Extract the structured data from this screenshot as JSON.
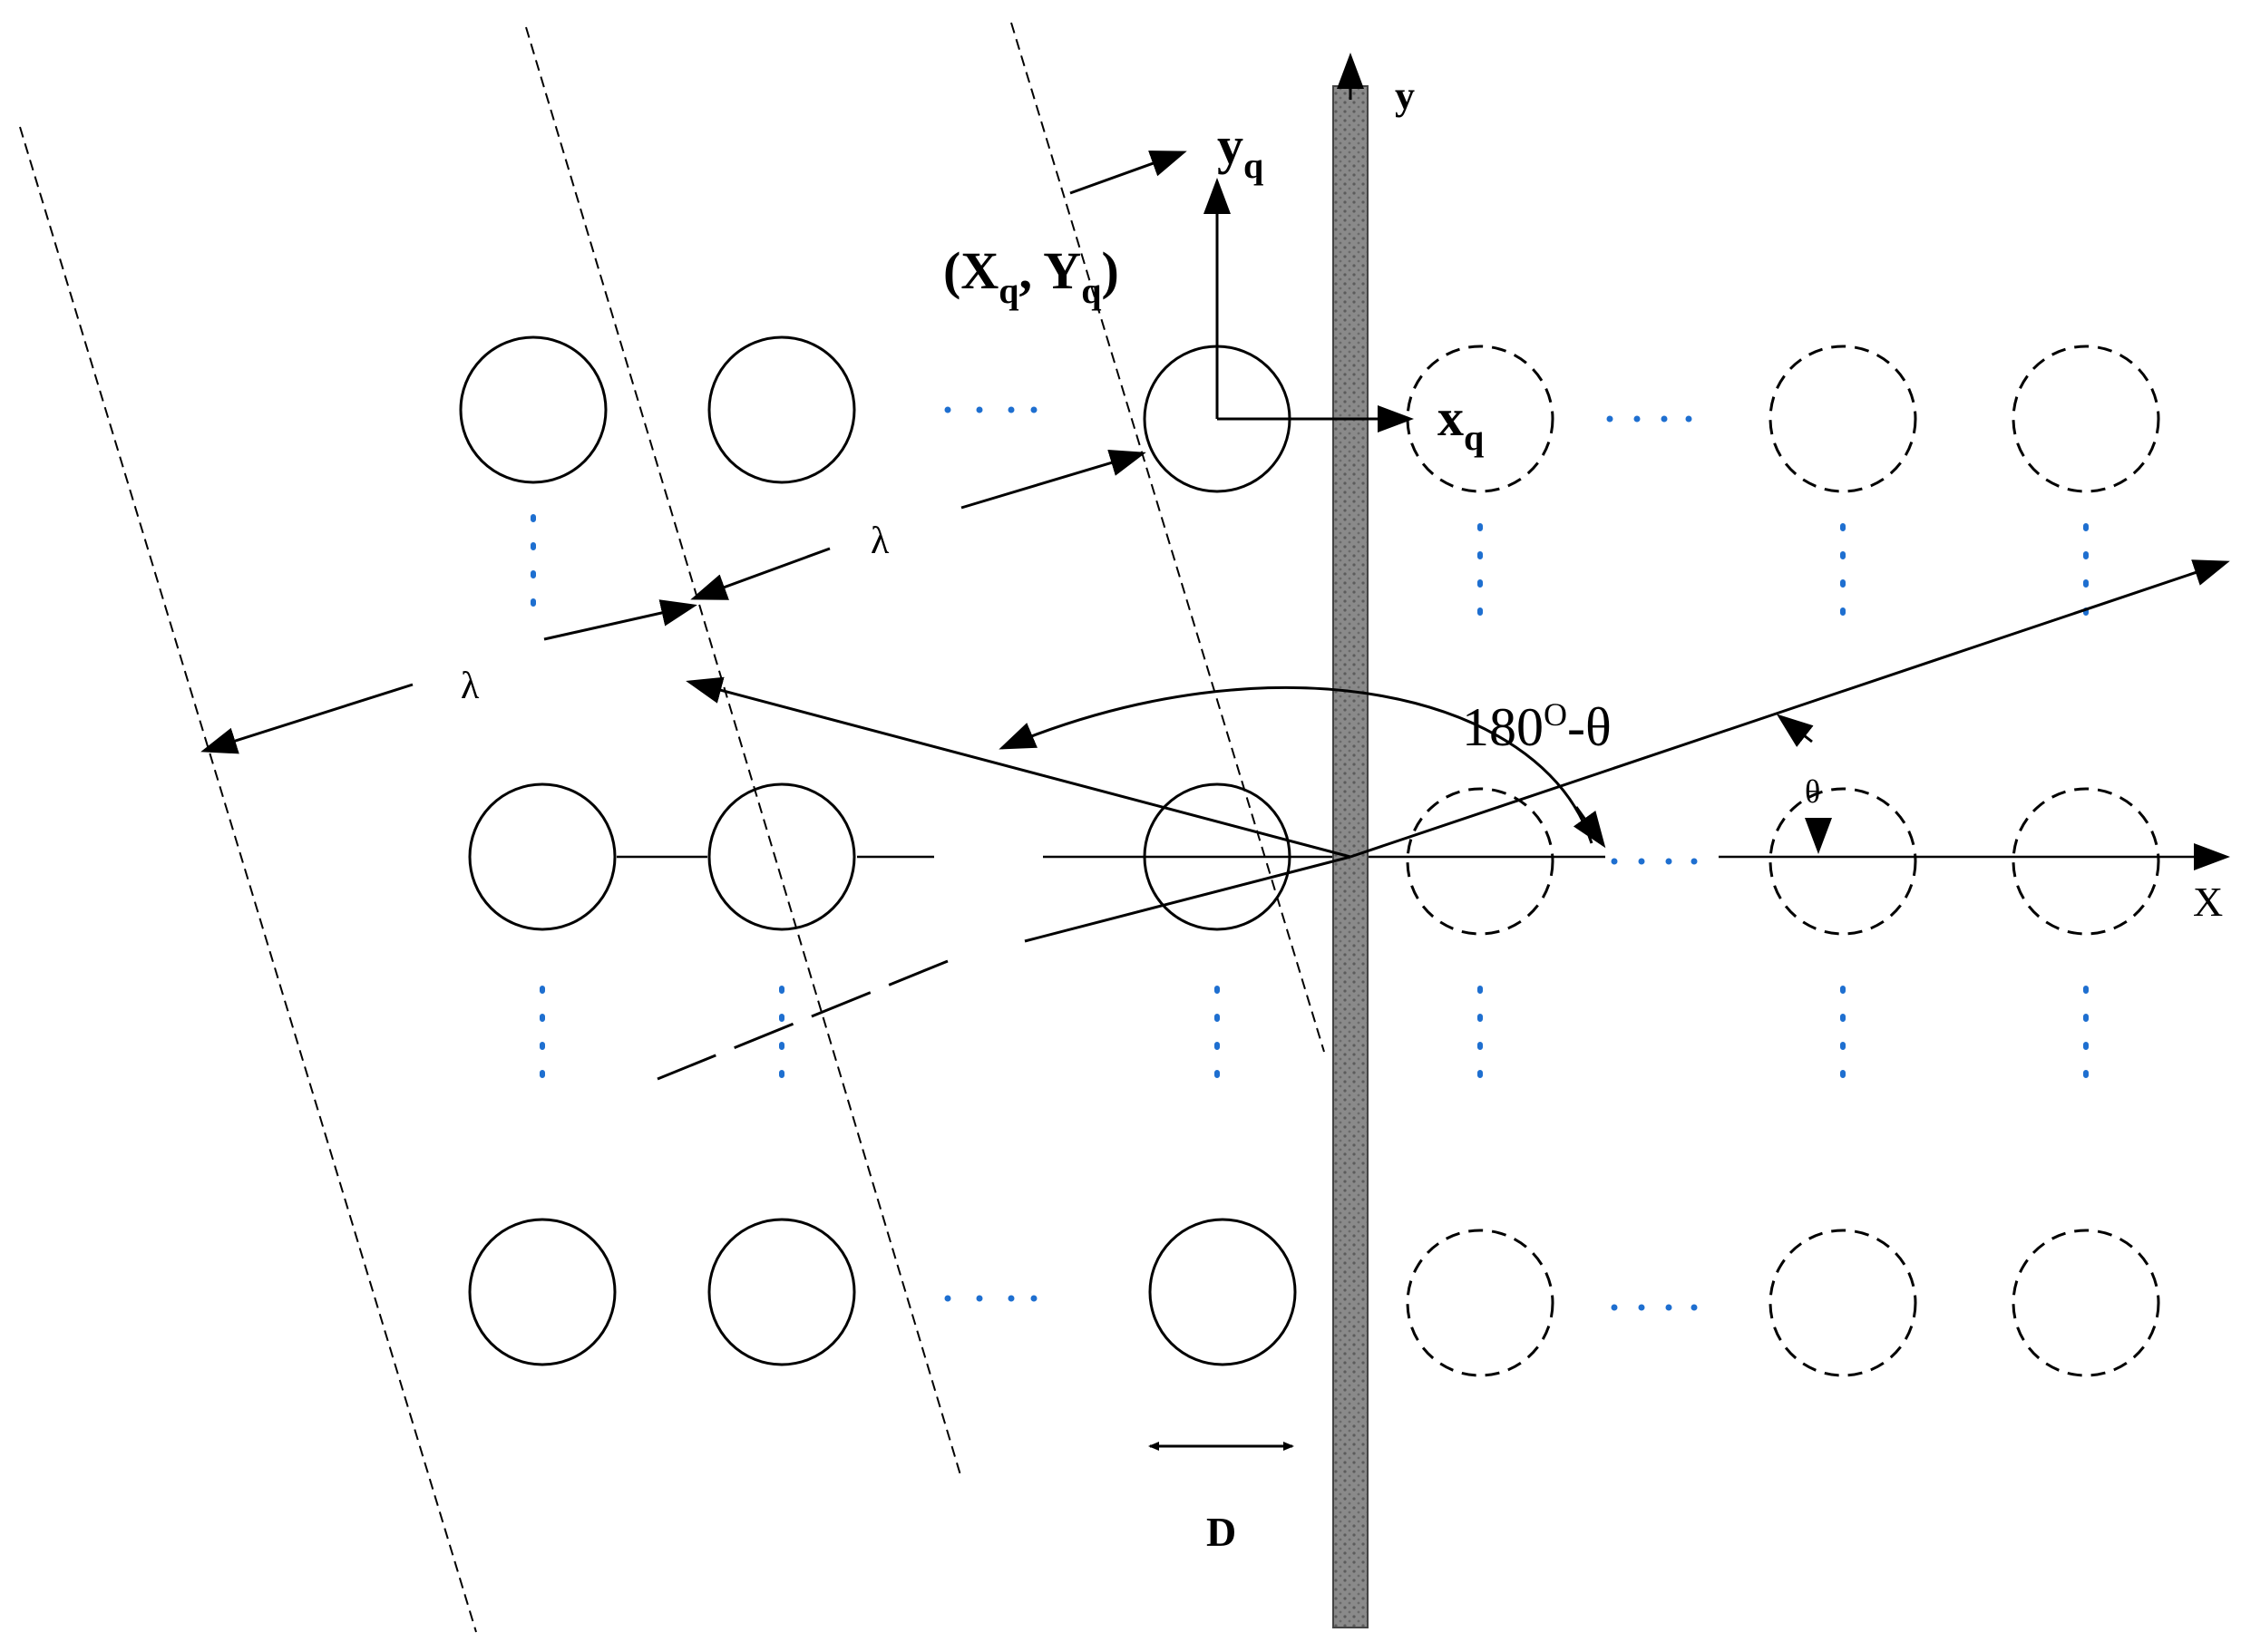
{
  "labels": {
    "y_axis": "y",
    "x_axis": "X",
    "yq_base": "y",
    "yq_sub": "q",
    "xq_base": "x",
    "xq_sub": "q",
    "coord_open": "(X",
    "coord_sub1": "q",
    "coord_mid": ", Y",
    "coord_sub2": "q",
    "coord_close": ")",
    "lambda_1": "λ",
    "lambda_2": "λ",
    "angle_supp_a": "180",
    "angle_supp_deg": "O",
    "angle_supp_b": "-θ",
    "theta": "θ",
    "diameter": "D"
  },
  "colors": {
    "ink": "#000000",
    "plate_fill": "#8a8a8a",
    "plate_edge": "#444444",
    "dot_color": "#1e6fd0"
  },
  "grid": {
    "real_cylinders": "solid",
    "image_cylinders": "dashed",
    "row_ellipsis": "· · ·",
    "column_ellipsis": "⋮"
  }
}
